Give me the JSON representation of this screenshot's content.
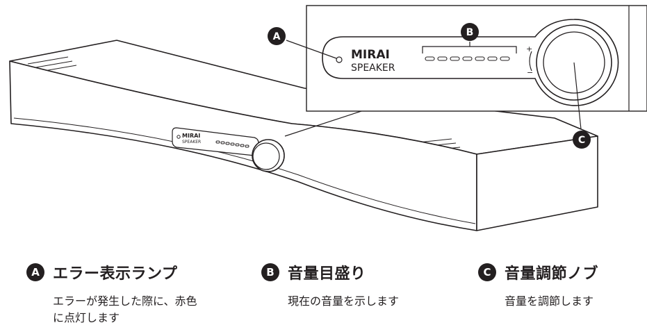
{
  "device": {
    "brand_bold": "MIRAI",
    "brand_sub": "SPEAKER",
    "volume_plus": "+",
    "volume_minus": "−"
  },
  "callouts": {
    "a": "A",
    "b": "B",
    "c": "C"
  },
  "legend": [
    {
      "badge": "A",
      "title": "エラー表示ランプ",
      "desc": "エラーが発生した際に、赤色\nに点灯します"
    },
    {
      "badge": "B",
      "title": "音量目盛り",
      "desc": "現在の音量を示します"
    },
    {
      "badge": "C",
      "title": "音量調節ノブ",
      "desc": "音量を調節します"
    }
  ]
}
